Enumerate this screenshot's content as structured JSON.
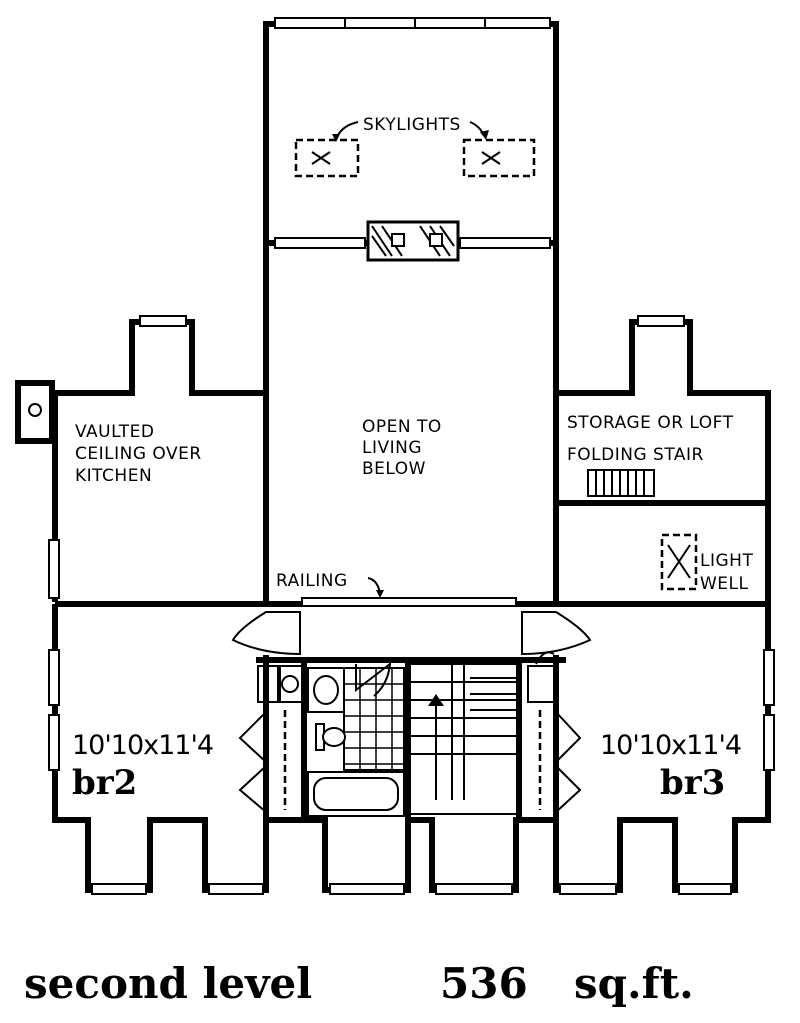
{
  "labels": {
    "skylights": "SKYLIGHTS",
    "vaulted": [
      "VAULTED",
      "CEILING OVER",
      "KITCHEN"
    ],
    "open_to": [
      "OPEN TO",
      "LIVING",
      "BELOW"
    ],
    "storage": "STORAGE OR LOFT",
    "folding_stair": "FOLDING STAIR",
    "light_well": [
      "LIGHT",
      "WELL"
    ],
    "railing": "RAILING"
  },
  "rooms": {
    "br2": {
      "dimensions": "10'10x11'4",
      "name": "br2"
    },
    "br3": {
      "dimensions": "10'10x11'4",
      "name": "br3"
    }
  },
  "caption": {
    "level": "second level",
    "area": "536",
    "unit": "sq.ft."
  }
}
